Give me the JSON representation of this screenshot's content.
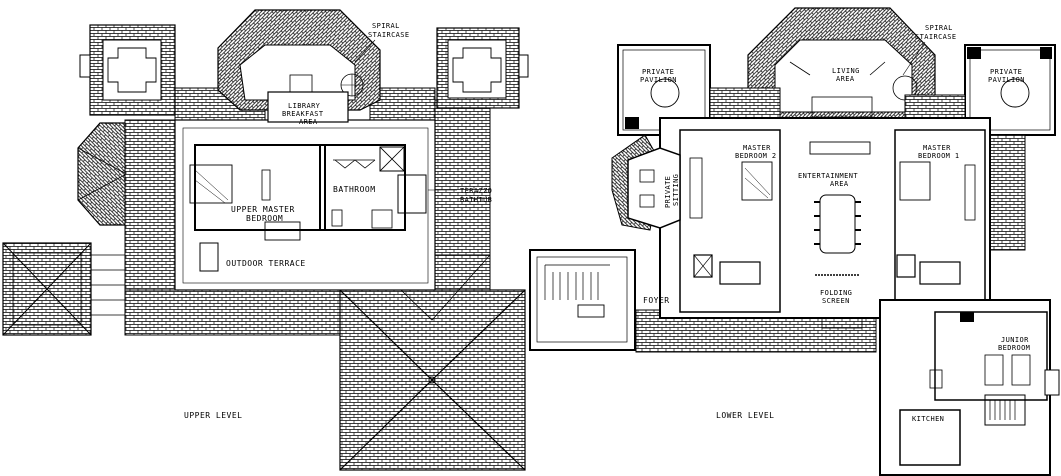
{
  "levels": {
    "upper": "UPPER LEVEL",
    "lower": "LOWER LEVEL"
  },
  "upper_rooms": {
    "spiral_staircase": [
      "SPIRAL",
      "STAIRCASE"
    ],
    "library_breakfast": [
      "LIBRARY",
      "BREAKFAST",
      "AREA"
    ],
    "bathroom": "BATHROOM",
    "terazzo_bathtub": [
      "TERAZZO",
      "BATHTUB"
    ],
    "upper_master_bedroom": [
      "UPPER MASTER",
      "BEDROOM"
    ],
    "outdoor_terrace": "OUTDOOR TERRACE"
  },
  "lower_rooms": {
    "private_pavilion_left": [
      "PRIVATE",
      "PAVILION"
    ],
    "private_pavilion_right": [
      "PRIVATE",
      "PAVILION"
    ],
    "living_area": [
      "LIVING",
      "AREA"
    ],
    "spiral_staircase": [
      "SPIRAL",
      "STAIRCASE"
    ],
    "master_bedroom_2": [
      "MASTER",
      "BEDROOM 2"
    ],
    "master_bedroom_1": [
      "MASTER",
      "BEDROOM 1"
    ],
    "private_sitting": [
      "PRIVATE",
      "SITTING"
    ],
    "entertainment_area": [
      "ENTERTAINMENT",
      "AREA"
    ],
    "foyer": "FOYER",
    "folding_screen": [
      "FOLDING",
      "SCREEN"
    ],
    "junior_bedroom": [
      "JUNIOR",
      "BEDROOM"
    ],
    "kitchen": "KITCHEN"
  },
  "colors": {
    "ink": "#000000",
    "paper": "#ffffff"
  }
}
